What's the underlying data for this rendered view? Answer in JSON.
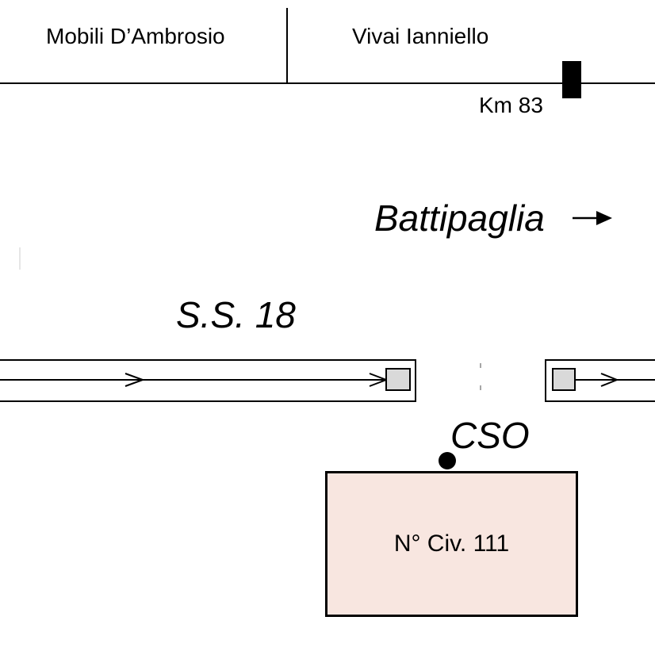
{
  "top_road": {
    "stores": [
      {
        "name": "Mobili D’Ambrosio"
      },
      {
        "name": "Vivai Ianniello"
      }
    ],
    "km_marker": "Km 83"
  },
  "direction": {
    "city": "Battipaglia",
    "arrow": "→"
  },
  "road": {
    "name": "S.S. 18"
  },
  "cso": {
    "label": "CSO"
  },
  "building": {
    "label": "N° Civ. 111",
    "fill_color": "#f8e6e0"
  },
  "colors": {
    "line": "#000000",
    "gray_box": "#d9d9d9"
  }
}
